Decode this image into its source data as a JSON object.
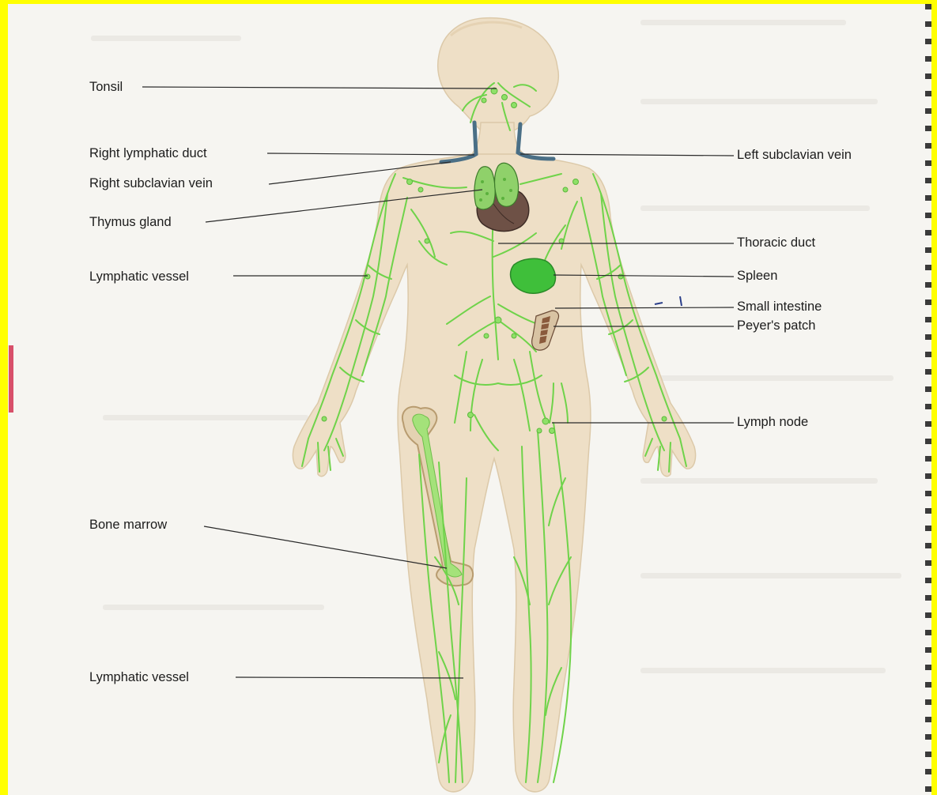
{
  "labels": {
    "tonsil": "Tonsil",
    "right_lymphatic_duct": "Right lymphatic duct",
    "right_subclavian_vein": "Right subclavian vein",
    "thymus_gland": "Thymus gland",
    "lymphatic_vessel_arm": "Lymphatic vessel",
    "bone_marrow": "Bone marrow",
    "lymphatic_vessel_leg": "Lymphatic vessel",
    "left_subclavian_vein": "Left subclavian vein",
    "thoracic_duct": "Thoracic duct",
    "spleen": "Spleen",
    "small_intestine": "Small intestine",
    "peyers_patch": "Peyer's patch",
    "lymph_node": "Lymph node"
  },
  "colors": {
    "background": "#f6f5f1",
    "border": "#ffff00",
    "skin": "#eedfc6",
    "lymph": "#6fd34a",
    "vein": "#4a6f86",
    "accent_tab": "#d8506a"
  }
}
